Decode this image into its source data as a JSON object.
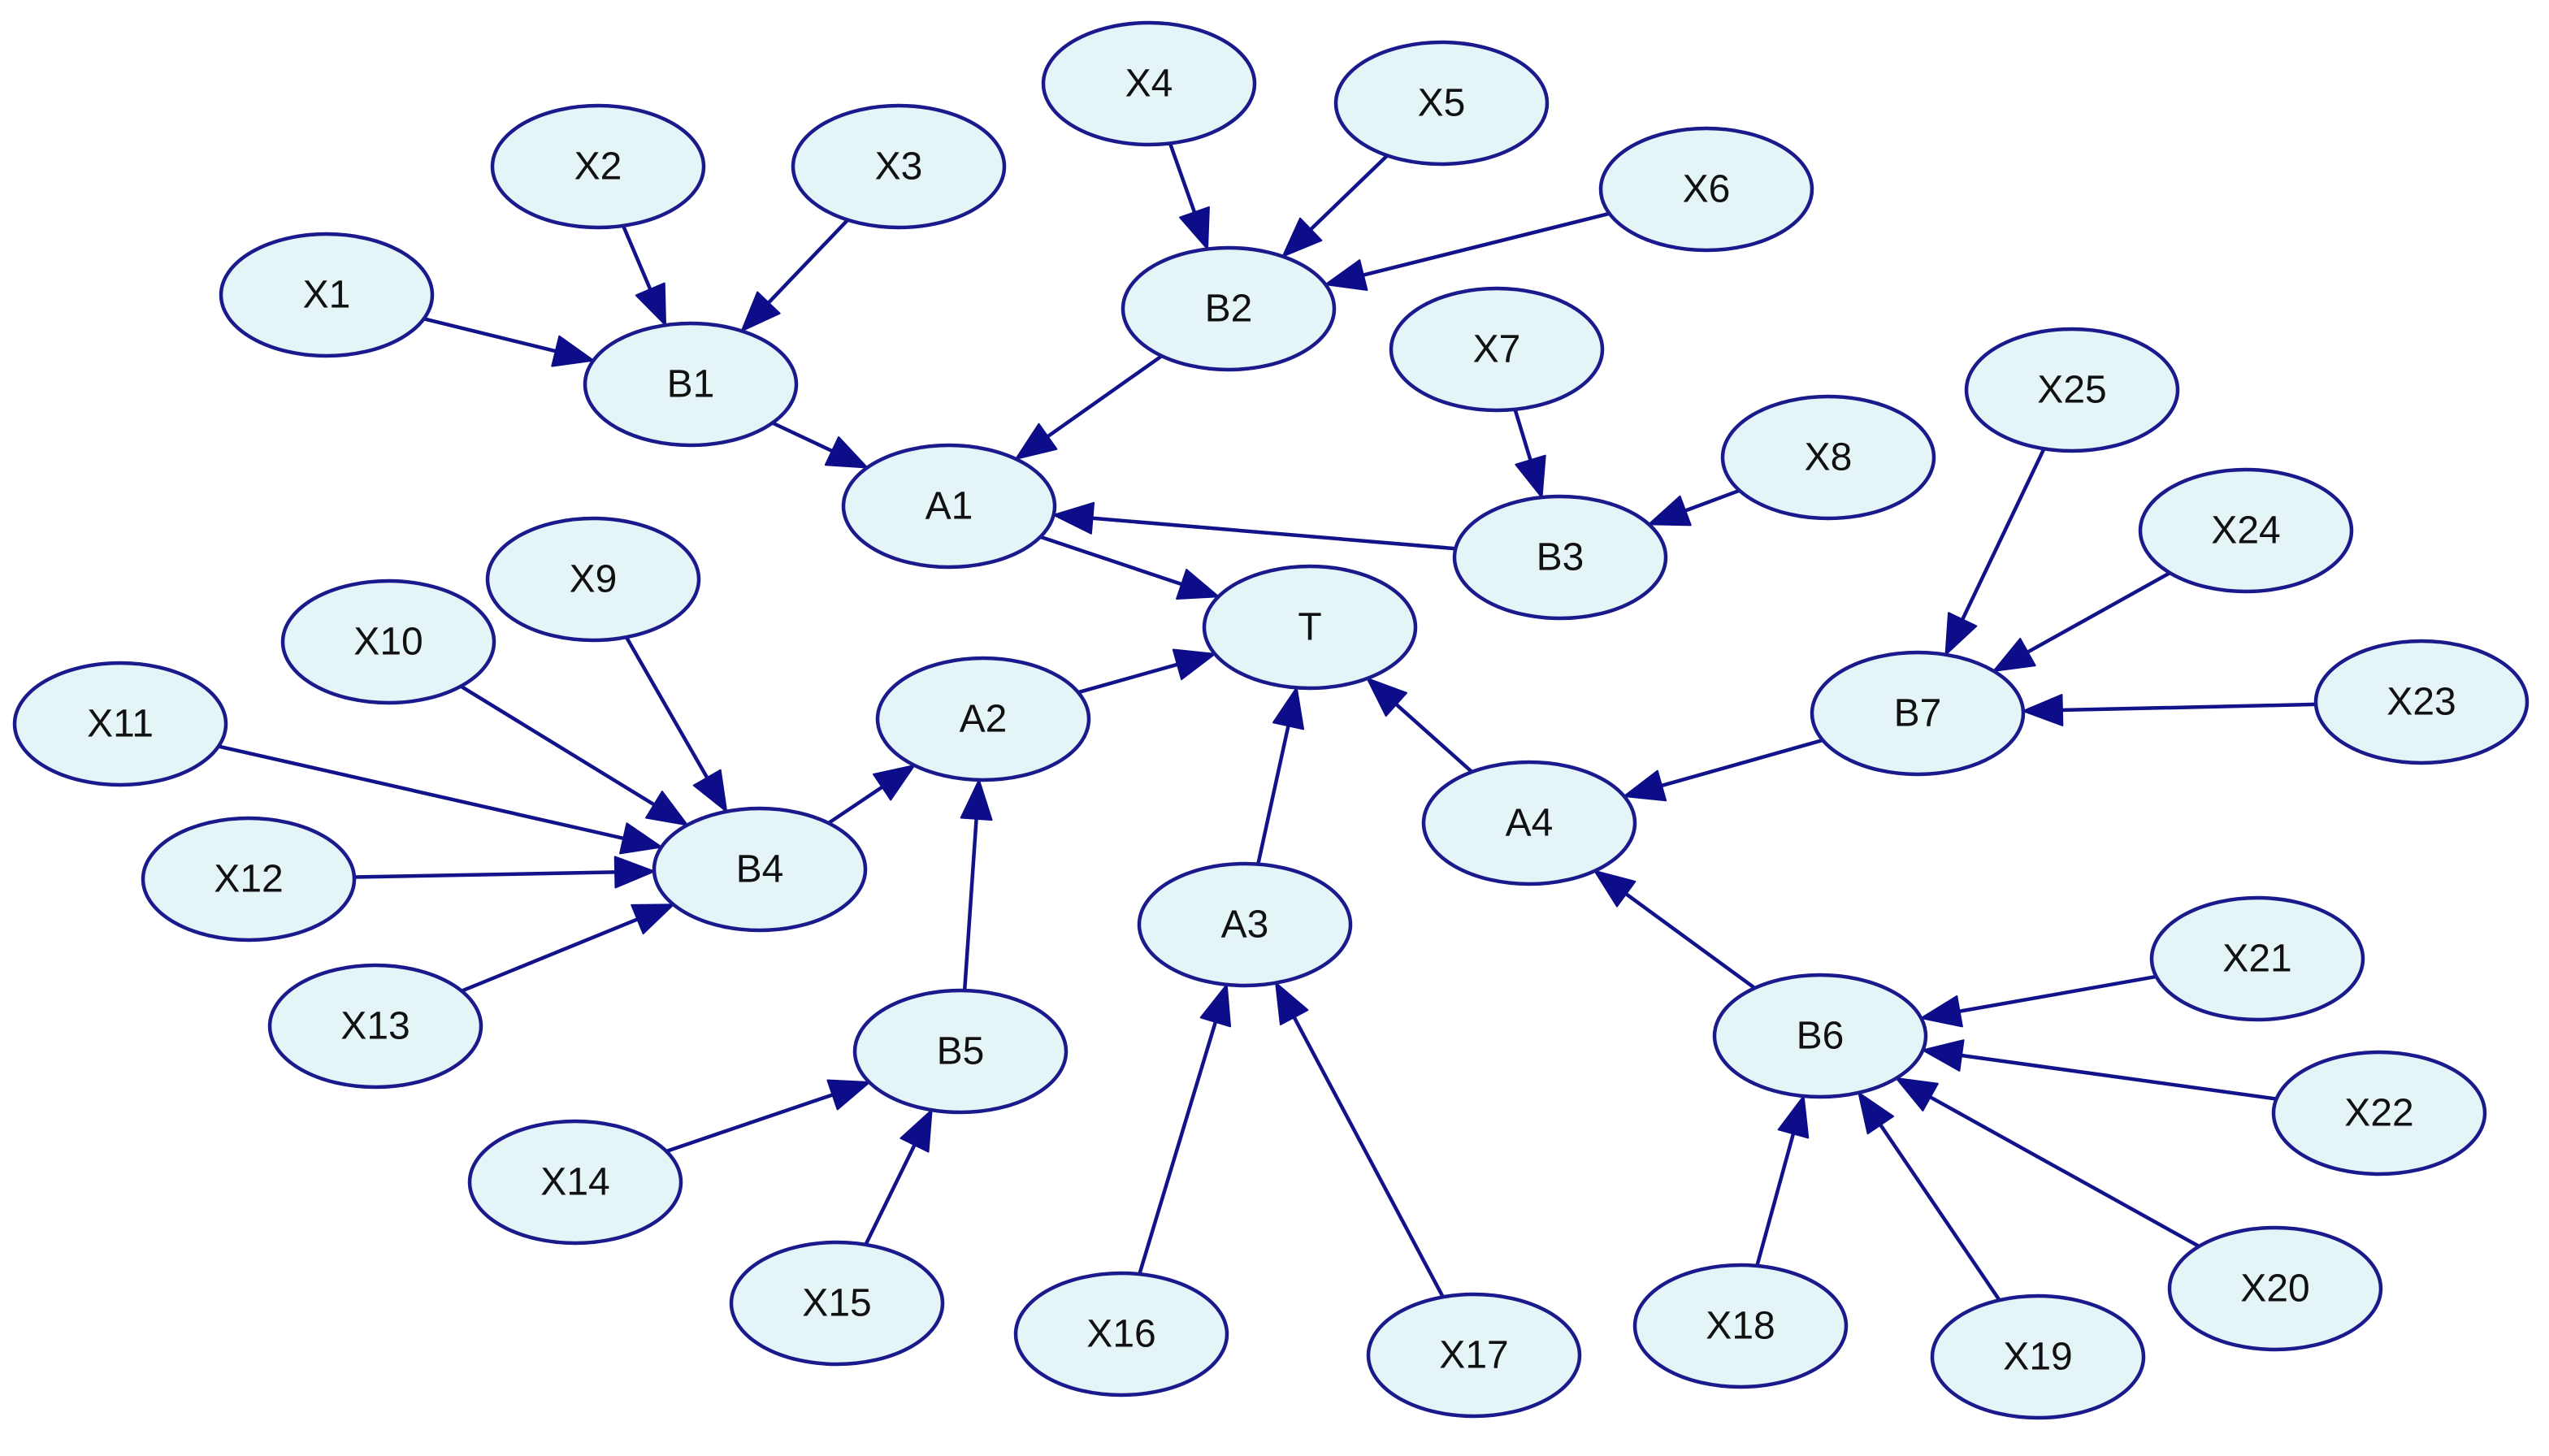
{
  "colors": {
    "node_fill": "#e5f4f7",
    "node_stroke": "#1a1a8c",
    "edge": "#12128a",
    "label": "#111111"
  },
  "nodes": [
    {
      "id": "T",
      "label": "T"
    },
    {
      "id": "A1",
      "label": "A1"
    },
    {
      "id": "A2",
      "label": "A2"
    },
    {
      "id": "A3",
      "label": "A3"
    },
    {
      "id": "A4",
      "label": "A4"
    },
    {
      "id": "B1",
      "label": "B1"
    },
    {
      "id": "B2",
      "label": "B2"
    },
    {
      "id": "B3",
      "label": "B3"
    },
    {
      "id": "B4",
      "label": "B4"
    },
    {
      "id": "B5",
      "label": "B5"
    },
    {
      "id": "B6",
      "label": "B6"
    },
    {
      "id": "B7",
      "label": "B7"
    },
    {
      "id": "X1",
      "label": "X1"
    },
    {
      "id": "X2",
      "label": "X2"
    },
    {
      "id": "X3",
      "label": "X3"
    },
    {
      "id": "X4",
      "label": "X4"
    },
    {
      "id": "X5",
      "label": "X5"
    },
    {
      "id": "X6",
      "label": "X6"
    },
    {
      "id": "X7",
      "label": "X7"
    },
    {
      "id": "X8",
      "label": "X8"
    },
    {
      "id": "X9",
      "label": "X9"
    },
    {
      "id": "X10",
      "label": "X10"
    },
    {
      "id": "X11",
      "label": "X11"
    },
    {
      "id": "X12",
      "label": "X12"
    },
    {
      "id": "X13",
      "label": "X13"
    },
    {
      "id": "X14",
      "label": "X14"
    },
    {
      "id": "X15",
      "label": "X15"
    },
    {
      "id": "X16",
      "label": "X16"
    },
    {
      "id": "X17",
      "label": "X17"
    },
    {
      "id": "X18",
      "label": "X18"
    },
    {
      "id": "X19",
      "label": "X19"
    },
    {
      "id": "X20",
      "label": "X20"
    },
    {
      "id": "X21",
      "label": "X21"
    },
    {
      "id": "X22",
      "label": "X22"
    },
    {
      "id": "X23",
      "label": "X23"
    },
    {
      "id": "X24",
      "label": "X24"
    },
    {
      "id": "X25",
      "label": "X25"
    }
  ],
  "edges": [
    {
      "from": "X1",
      "to": "B1"
    },
    {
      "from": "X2",
      "to": "B1"
    },
    {
      "from": "X3",
      "to": "B1"
    },
    {
      "from": "X4",
      "to": "B2"
    },
    {
      "from": "X5",
      "to": "B2"
    },
    {
      "from": "X6",
      "to": "B2"
    },
    {
      "from": "X7",
      "to": "B3"
    },
    {
      "from": "X8",
      "to": "B3"
    },
    {
      "from": "X9",
      "to": "B4"
    },
    {
      "from": "X10",
      "to": "B4"
    },
    {
      "from": "X11",
      "to": "B4"
    },
    {
      "from": "X12",
      "to": "B4"
    },
    {
      "from": "X13",
      "to": "B4"
    },
    {
      "from": "X14",
      "to": "B5"
    },
    {
      "from": "X15",
      "to": "B5"
    },
    {
      "from": "X16",
      "to": "A3"
    },
    {
      "from": "X17",
      "to": "A3"
    },
    {
      "from": "X18",
      "to": "B6"
    },
    {
      "from": "X19",
      "to": "B6"
    },
    {
      "from": "X20",
      "to": "B6"
    },
    {
      "from": "X21",
      "to": "B6"
    },
    {
      "from": "X22",
      "to": "B6"
    },
    {
      "from": "X23",
      "to": "B7"
    },
    {
      "from": "X24",
      "to": "B7"
    },
    {
      "from": "X25",
      "to": "B7"
    },
    {
      "from": "B1",
      "to": "A1"
    },
    {
      "from": "B2",
      "to": "A1"
    },
    {
      "from": "B3",
      "to": "A1"
    },
    {
      "from": "B4",
      "to": "A2"
    },
    {
      "from": "B5",
      "to": "A2"
    },
    {
      "from": "B6",
      "to": "A4"
    },
    {
      "from": "B7",
      "to": "A4"
    },
    {
      "from": "A1",
      "to": "T"
    },
    {
      "from": "A2",
      "to": "T"
    },
    {
      "from": "A3",
      "to": "T"
    },
    {
      "from": "A4",
      "to": "T"
    }
  ]
}
